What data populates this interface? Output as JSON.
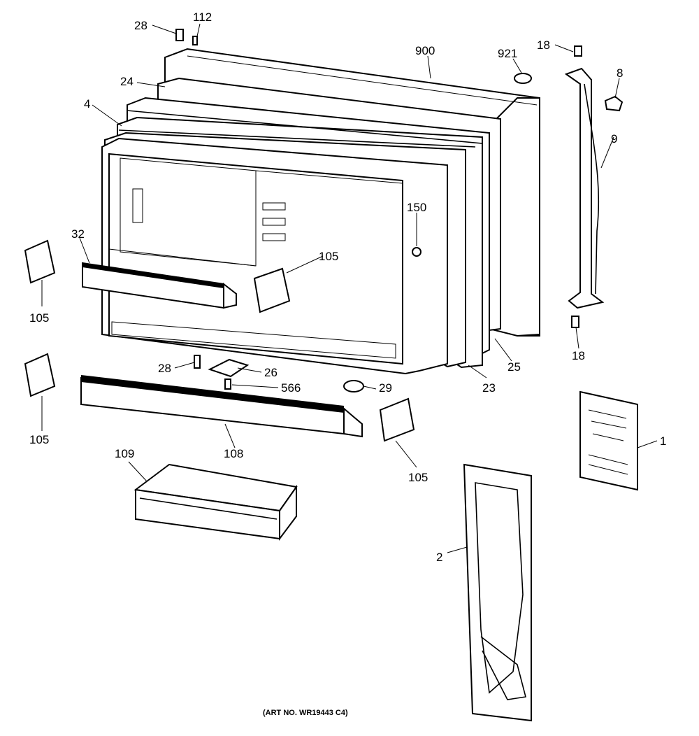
{
  "diagram": {
    "callouts": {
      "c28a": "28",
      "c112": "112",
      "c900": "900",
      "c921": "921",
      "c18a": "18",
      "c8": "8",
      "c24": "24",
      "c4": "4",
      "c9": "9",
      "c150": "150",
      "c32": "32",
      "c105a": "105",
      "c105b": "105",
      "c105c": "105",
      "c105d": "105",
      "c18b": "18",
      "c28b": "28",
      "c26": "26",
      "c566": "566",
      "c29": "29",
      "c23": "23",
      "c25": "25",
      "c108": "108",
      "c109": "109",
      "c1": "1",
      "c2": "2"
    },
    "art_number": "(ART NO. WR19443 C4)"
  }
}
